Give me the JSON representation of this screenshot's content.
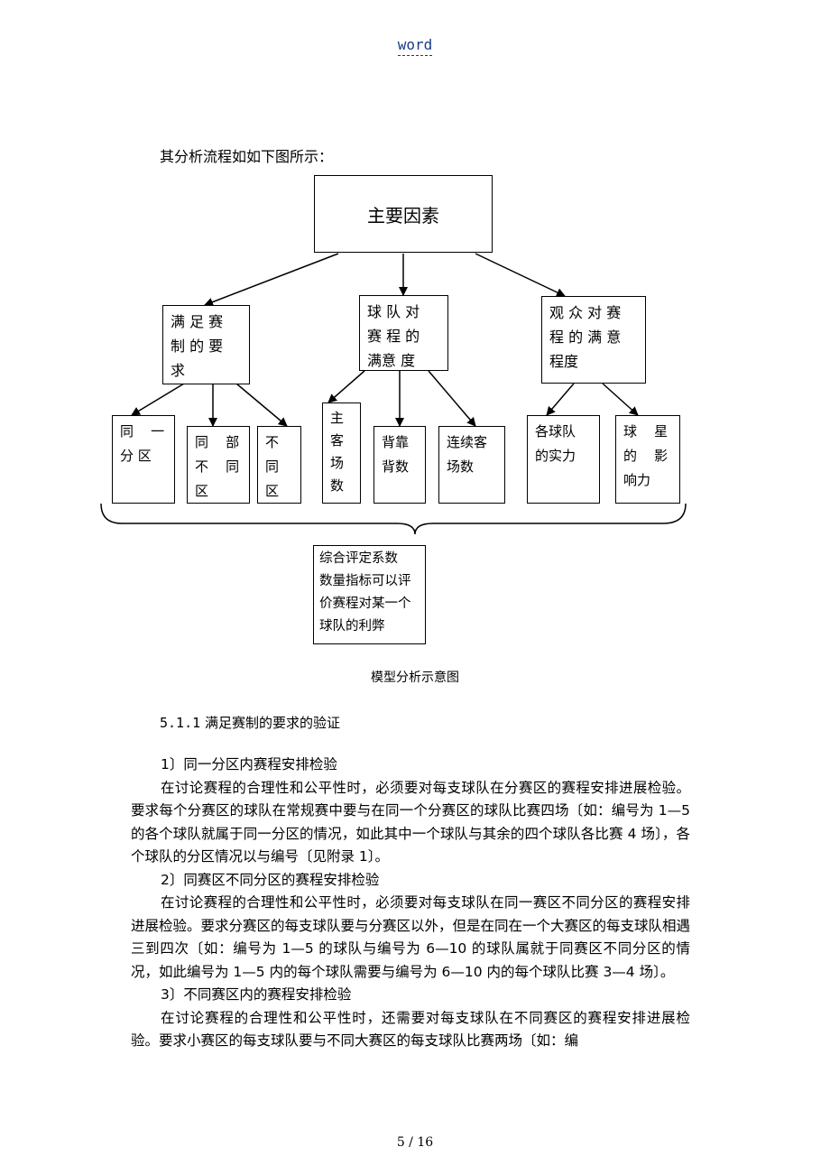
{
  "header": {
    "text": "word"
  },
  "intro": "其分析流程如如下图所示：",
  "diagram": {
    "root": "主要因素",
    "level1": [
      "满 足 赛\n制 的 要\n求",
      "球 队 对\n赛 程 的\n满意 度",
      "观 众 对 赛\n程 的 满 意\n程度"
    ],
    "level2": [
      "同    一\n分 区",
      "同    部\n不    同\n区",
      "不\n同\n区",
      "主\n客\n场\n数",
      "背靠\n背数",
      "连续客\n场数",
      "各球队\n的实力",
      "球    星\n的    影\n响力"
    ],
    "result": "综合评定系数\n数量指标可以评\n价赛程对某一个\n球队的利弊"
  },
  "caption": "模型分析示意图",
  "section": {
    "number": "5.1.1",
    "title": "满足赛制的要求的验证"
  },
  "paragraphs": [
    {
      "kind": "sub",
      "text": "1〕同一分区内赛程安排检验"
    },
    {
      "kind": "para",
      "text": "在讨论赛程的合理性和公平性时，必须要对每支球队在分赛区的赛程安排进展检验。要求每个分赛区的球队在常规赛中要与在同一个分赛区的球队比赛四场〔如：编号为 1—5 的各个球队就属于同一分区的情况，如此其中一个球队与其余的四个球队各比赛 4 场〕，各个球队的分区情况以与编号〔见附录 1〕。"
    },
    {
      "kind": "sub",
      "text": "2〕同赛区不同分区的赛程安排检验"
    },
    {
      "kind": "para",
      "text": "在讨论赛程的合理性和公平性时，必须要对每支球队在同一赛区不同分区的赛程安排进展检验。要求分赛区的每支球队要与分赛区以外，但是在同在一个大赛区的每支球队相遇三到四次〔如：编号为 1—5 的球队与编号为 6—10 的球队属就于同赛区不同分区的情况，如此编号为 1—5 内的每个球队需要与编号为 6—10 内的每个球队比赛 3—4 场〕。"
    },
    {
      "kind": "sub",
      "text": "3〕不同赛区内的赛程安排检验"
    },
    {
      "kind": "para",
      "text": "在讨论赛程的合理性和公平性时，还需要对每支球队在不同赛区的赛程安排进展检验。要求小赛区的每支球队要与不同大赛区的每支球队比赛两场〔如：编"
    }
  ],
  "footer": {
    "page": "5 / 16"
  }
}
